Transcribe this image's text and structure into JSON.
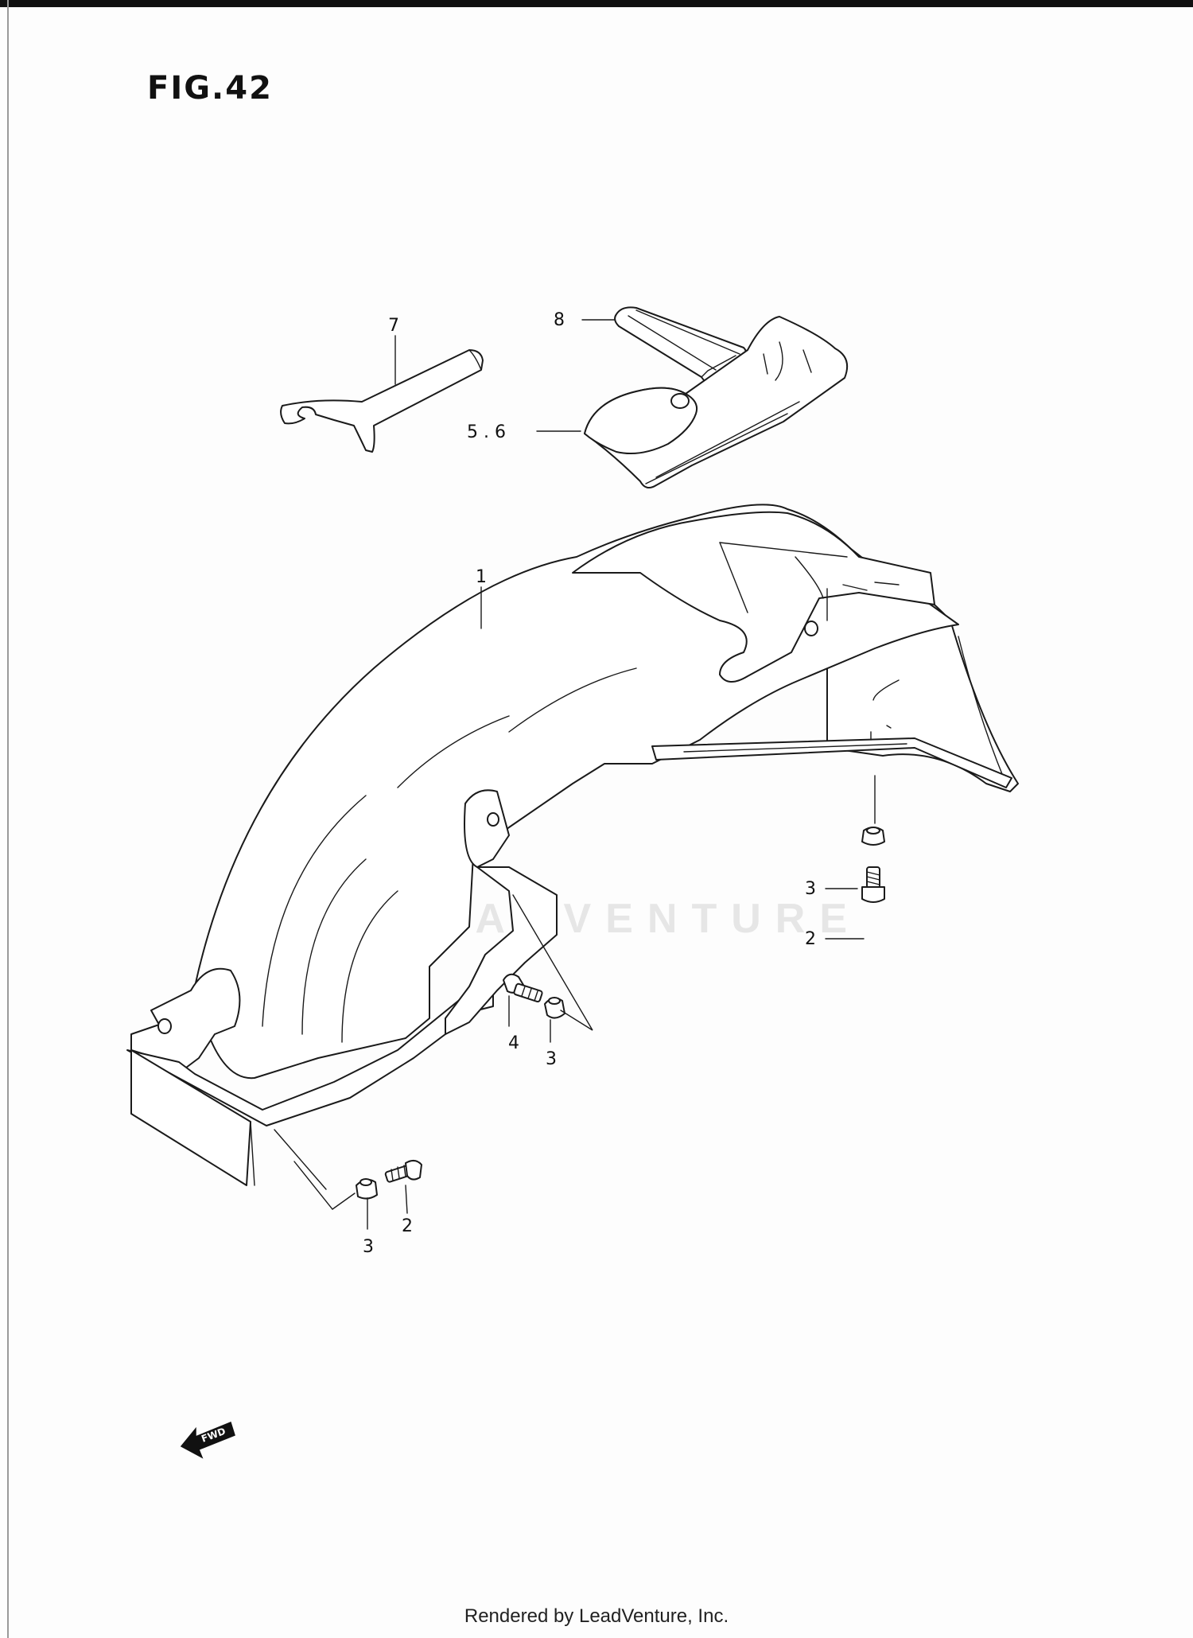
{
  "figure": {
    "title": "FIG.42"
  },
  "callouts": {
    "c1": "1",
    "c2a": "2",
    "c2b": "2",
    "c3a": "3",
    "c3b": "3",
    "c3c": "3",
    "c4": "4",
    "c56": "5 . 6",
    "c7": "7",
    "c8": "8"
  },
  "fwd_label": "FWD",
  "watermark": "LEADVENTURE",
  "footer": "Rendered by LeadVenture, Inc."
}
